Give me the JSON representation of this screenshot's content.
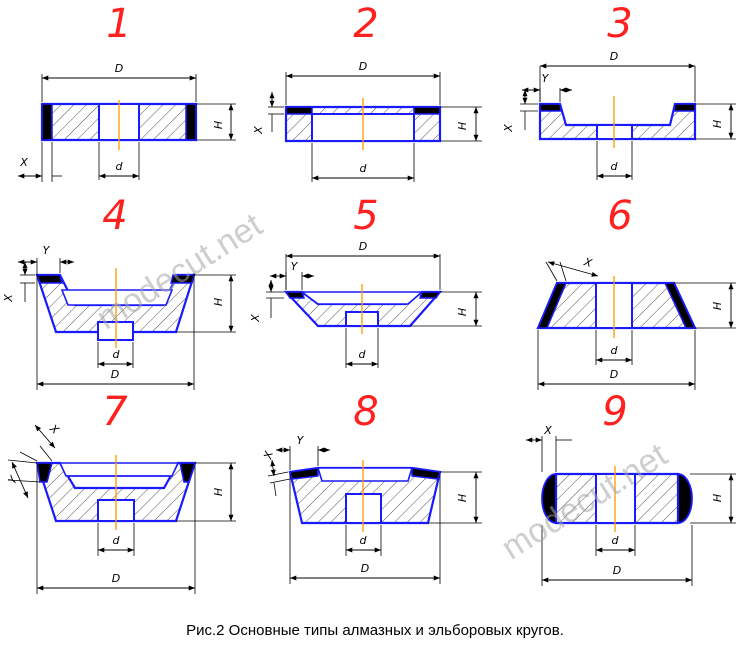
{
  "diagram": {
    "caption": "Рис.2 Основные типы алмазных и эльборовых кругов.",
    "watermark": "modecut.net",
    "colors": {
      "outline": "#1a1aff",
      "number": "#ff2020",
      "axis": "#ff9900",
      "diamond_layer": "#000000",
      "dimension": "#000000"
    },
    "types": [
      {
        "number": "1",
        "labels": {
          "D": "D",
          "d": "d",
          "H": "H",
          "X": "X"
        }
      },
      {
        "number": "2",
        "labels": {
          "D": "D",
          "d": "d",
          "H": "H",
          "X": "X"
        }
      },
      {
        "number": "3",
        "labels": {
          "D": "D",
          "d": "d",
          "H": "H",
          "X": "X",
          "Y": "Y"
        }
      },
      {
        "number": "4",
        "labels": {
          "D": "D",
          "d": "d",
          "H": "H",
          "X": "X",
          "Y": "Y"
        }
      },
      {
        "number": "5",
        "labels": {
          "D": "D",
          "d": "d",
          "H": "H",
          "X": "X",
          "Y": "Y"
        }
      },
      {
        "number": "6",
        "labels": {
          "D": "D",
          "d": "d",
          "H": "H",
          "X": "X"
        }
      },
      {
        "number": "7",
        "labels": {
          "D": "D",
          "d": "d",
          "H": "H",
          "X": "X",
          "Y": "Y"
        }
      },
      {
        "number": "8",
        "labels": {
          "D": "D",
          "d": "d",
          "H": "H",
          "X": "X",
          "Y": "Y"
        }
      },
      {
        "number": "9",
        "labels": {
          "D": "D",
          "d": "d",
          "H": "H",
          "X": "X"
        }
      }
    ]
  }
}
